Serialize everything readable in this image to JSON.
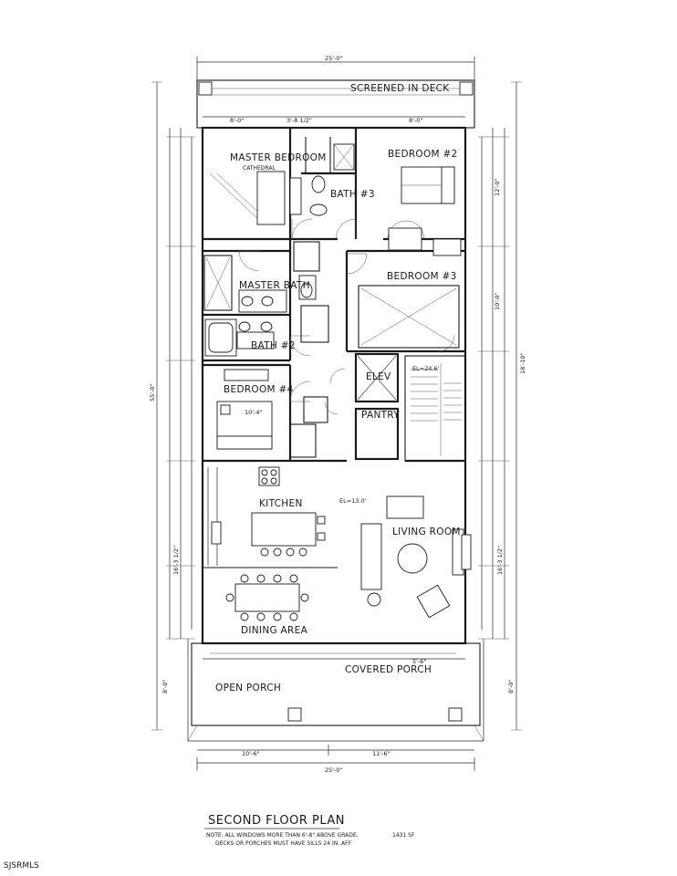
{
  "drawing": {
    "title": "SECOND FLOOR PLAN",
    "note_line1": "NOTE: ALL WINDOWS MORE THAN 6'-8\" ABOVE GRADE,",
    "note_line2": "DECKS OR PORCHES MUST HAVE SILLS 24 IN. AFF",
    "area": "1431 SF"
  },
  "watermark": "SJSRMLS",
  "rooms": {
    "screened_deck": "SCREENED IN DECK",
    "master_bedroom": "MASTER BEDROOM",
    "master_bedroom_sub": "CATHEDRAL",
    "bedroom2": "BEDROOM #2",
    "bath3": "BATH #3",
    "master_bath": "MASTER BATH",
    "bedroom3": "BEDROOM #3",
    "bath2": "BATH #2",
    "elev": "ELEV",
    "bedroom4": "BEDROOM #4",
    "pantry": "PANTRY",
    "kitchen": "KITCHEN",
    "living_room": "LIVING ROOM",
    "dining_area": "DINING AREA",
    "open_porch": "OPEN PORCH",
    "covered_porch": "COVERED PORCH"
  },
  "dimensions": {
    "overall_top": "25'-0\"",
    "overall_bottom": "25'-0\"",
    "bottom_left": "10'-6\"",
    "bottom_right": "11'-6\"",
    "deck_width_a": "8'-0\"",
    "deck_width_b": "3'-8 1/2\"",
    "deck_width_c": "8'-0\"",
    "left_overall": "55'-0\"",
    "right_overall": "18'-10\"",
    "bedroom4_size": "10'-4\"",
    "living_right": "16'-3 1/2\"",
    "kitchen_left": "16'-3 1/2\"",
    "porch_left": "8'-0\"",
    "porch_right": "8'-0\"",
    "el_kitchen": "EL=13.0'",
    "el_stair": "EL=24.6'",
    "porch_span": "5'-6\"",
    "bed2_right": "12'-0\"",
    "bed3_right": "10'-0\""
  }
}
